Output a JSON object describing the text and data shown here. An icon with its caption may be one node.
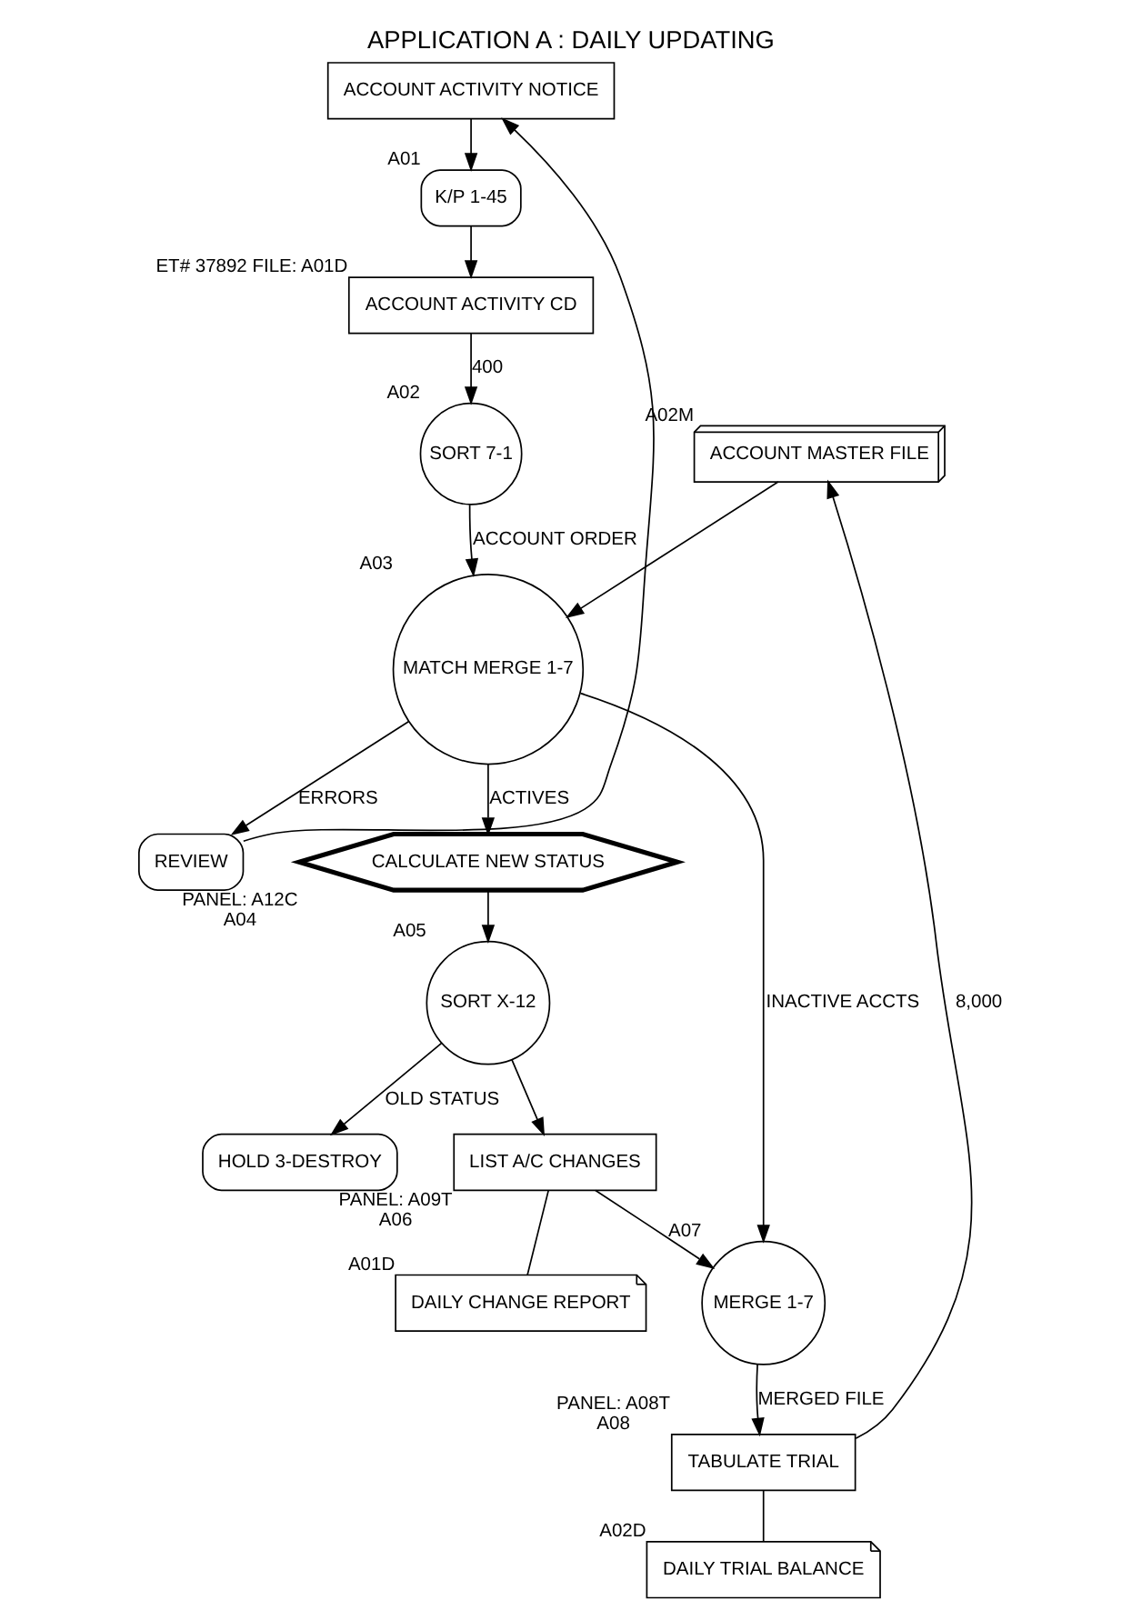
{
  "diagram": {
    "title": "APPLICATION A : DAILY UPDATING",
    "nodes": [
      {
        "text": [
          "ACCOUNT ACTIVITY NOTICE"
        ]
      },
      {
        "text": [
          "K/P 1-45"
        ],
        "beside": [
          "A01"
        ]
      },
      {
        "text": [
          "ACCOUNT ACTIVITY CD"
        ],
        "beside": [
          "ET# 37892 FILE: A01D"
        ]
      },
      {
        "text": [
          "SORT 7-1"
        ],
        "beside": [
          "A02"
        ]
      },
      {
        "text": [
          "ACCOUNT MASTER FILE"
        ],
        "beside": [
          "A02M"
        ]
      },
      {
        "text": [
          "MATCH MERGE 1-7"
        ],
        "beside": [
          "A03"
        ]
      },
      {
        "text": [
          "REVIEW"
        ]
      },
      {
        "text": [
          "CALCULATE NEW STATUS"
        ],
        "beside": [
          "PANEL: A12C",
          "A04"
        ]
      },
      {
        "text": [
          "SORT X-12"
        ],
        "beside": [
          "A05"
        ]
      },
      {
        "text": [
          "HOLD 3-DESTROY"
        ]
      },
      {
        "text": [
          "LIST A/C CHANGES"
        ],
        "beside": [
          "PANEL: A09T",
          "A06"
        ]
      },
      {
        "text": [
          "DAILY CHANGE REPORT"
        ],
        "beside": [
          "A01D"
        ]
      },
      {
        "text": [
          "MERGE 1-7"
        ],
        "beside": [
          "A07"
        ]
      },
      {
        "text": [
          "TABULATE TRIAL"
        ],
        "beside": [
          "PANEL: A08T",
          "A08"
        ]
      },
      {
        "text": [
          "DAILY TRIAL BALANCE"
        ],
        "beside": [
          "A02D"
        ]
      }
    ],
    "edges": [
      {
        "from": 0,
        "to": 1,
        "arrow": "to"
      },
      {
        "from": 1,
        "to": 2,
        "arrow": "to"
      },
      {
        "from": 2,
        "to": 3,
        "arrow": "to",
        "label": "400"
      },
      {
        "from": 3,
        "to": 5,
        "arrow": "to",
        "label": "ACCOUNT ORDER"
      },
      {
        "from": 4,
        "to": 5,
        "arrow": "to"
      },
      {
        "from": 5,
        "to": 6,
        "arrow": "to",
        "label": "ERRORS"
      },
      {
        "from": 6,
        "to": 0,
        "arrow": "to"
      },
      {
        "from": 5,
        "to": 7,
        "arrow": "to",
        "label": "ACTIVES"
      },
      {
        "from": 5,
        "to": 12,
        "arrow": "to",
        "label": "INACTIVE ACCTS"
      },
      {
        "from": 7,
        "to": 8,
        "arrow": "to"
      },
      {
        "from": 8,
        "to": 9,
        "arrow": "to",
        "label": "OLD STATUS"
      },
      {
        "from": 8,
        "to": 10,
        "arrow": "to"
      },
      {
        "from": 10,
        "to": 11,
        "arrow": "none"
      },
      {
        "from": 10,
        "to": 12,
        "arrow": "to"
      },
      {
        "from": 12,
        "to": 13,
        "arrow": "to",
        "label": "MERGED FILE"
      },
      {
        "from": 13,
        "to": 14,
        "arrow": "none"
      },
      {
        "from": 13,
        "to": 4,
        "arrow": "to",
        "label": "8,000"
      }
    ]
  }
}
